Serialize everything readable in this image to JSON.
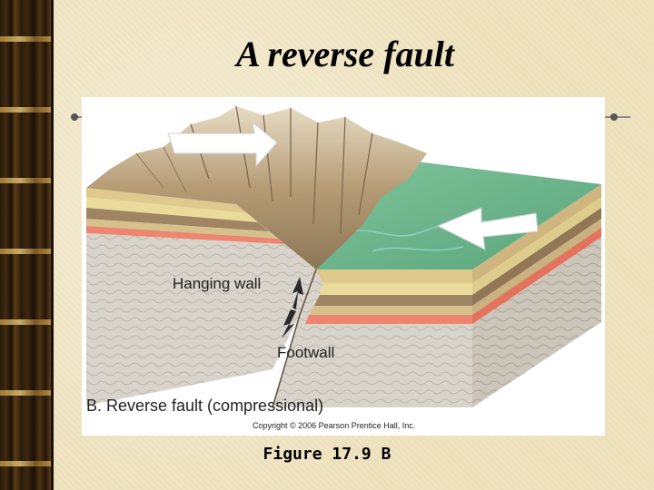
{
  "slide": {
    "title": "A reverse fault",
    "figure_number": "Figure 17.9 B"
  },
  "diagram": {
    "labels": {
      "hanging_wall": "Hanging wall",
      "footwall": "Footwall",
      "caption": "B. Reverse fault (compressional)",
      "copyright": "Copyright © 2006 Pearson Prentice Hall, Inc."
    },
    "colors": {
      "background": "#efe3bf",
      "bamboo_border": "#3e2a12",
      "terrain_green": "#6db48a",
      "mountain_tan": "#b39a72",
      "layer_tan": "#d8c08a",
      "layer_yellow": "#e6d58e",
      "layer_brown": "#a08562",
      "layer_red": "#ee8570",
      "bedrock_gray": "#d7d2c9",
      "arrow_white": "#ffffff"
    },
    "icons": [
      "compression-arrow-left",
      "compression-arrow-right",
      "fault-motion-arrow-up",
      "fault-motion-arrow-down"
    ]
  }
}
